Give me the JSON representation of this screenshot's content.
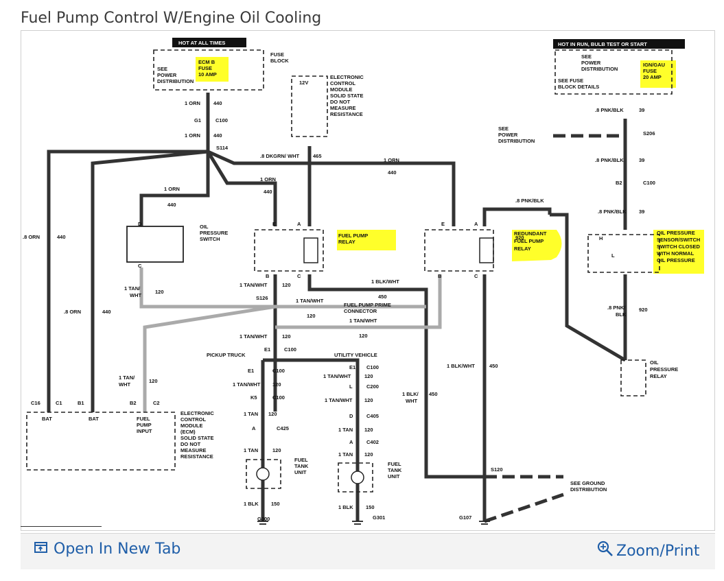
{
  "title": "Fuel Pump Control W/Engine Oil Cooling",
  "toolbar": {
    "open_tab": "Open In New Tab",
    "zoom_print": "Zoom/Print"
  },
  "colors": {
    "link": "#1f5ea8",
    "highlight": "#ffff00"
  },
  "diagram": {
    "hot_all_times": "HOT AT ALL TIMES",
    "hot_in_run": "HOT IN RUN, BULB TEST OR START",
    "fuse_block": [
      "FUSE",
      "BLOCK"
    ],
    "see_power_dist": [
      "SEE",
      "POWER",
      "DISTRIBUTION"
    ],
    "ecm_fuse": [
      "ECM B",
      "FUSE",
      "10 AMP"
    ],
    "ign_fuse": [
      "IGN/GAU",
      "FUSE",
      "20 AMP"
    ],
    "see_fuse_block": [
      "SEE FUSE",
      "BLOCK DETAILS"
    ],
    "ecm_module_top": [
      "ELECTRONIC",
      "CONTROL",
      "MODULE",
      "SOLID STATE",
      "DO NOT",
      "MEASURE",
      "RESISTANCE"
    ],
    "v12": "12V",
    "orn_440": "1 ORN",
    "num_440": "440",
    "g1": "G1",
    "c100": "C100",
    "s114": "S114",
    "dkgrn": ".8 DKGRN/ WHT",
    "num_465": "465",
    "pnk_blk": ".8 PNK/BLK",
    "num_39": "39",
    "s206": "S206",
    "b2": "B2",
    "orn_8": ".8 ORN",
    "oil_press_switch": [
      "OIL",
      "PRESSURE",
      "SWITCH"
    ],
    "fuel_pump_relay": [
      "FUEL PUMP",
      "RELAY"
    ],
    "redundant_relay": [
      "REDUNDANT",
      "FUEL PUMP",
      "RELAY"
    ],
    "oil_sensor": [
      "OIL PRESSURE",
      "SENSOR/SWITCH",
      "SWITCH CLOSED",
      "WITH NORMAL",
      "OIL PRESSURE"
    ],
    "oil_pressure_relay": [
      "OIL",
      "PRESSURE",
      "RELAY"
    ],
    "num_920": "920",
    "pnk_blk_920": [
      ".8 PNK/",
      "BLK"
    ],
    "tan_wht": "1 TAN/WHT",
    "tan_wht_split": [
      "1 TAN/",
      "WHT"
    ],
    "num_120": "120",
    "s126": "S126",
    "blk_wht": "1 BLK/WHT",
    "num_450": "450",
    "prime_conn": [
      "FUEL PUMP PRIME",
      "CONNECTOR"
    ],
    "pickup": "PICKUP TRUCK",
    "utility": "UTILITY VEHICLE",
    "e1": "E1",
    "c200": "C200",
    "k5": "K5",
    "tan_1": "1 TAN",
    "c425": "C425",
    "c405": "C405",
    "c402": "C402",
    "fuel_tank_unit": [
      "FUEL",
      "TANK",
      "UNIT"
    ],
    "blk_1": "1 BLK",
    "num_150": "150",
    "g300": "G300",
    "g301": "G301",
    "g107": "G107",
    "s120": "S120",
    "see_ground": [
      "SEE GROUND",
      "DISTRIBUTION"
    ],
    "ecm_bottom": [
      "ELECTRONIC",
      "CONTROL",
      "MODULE",
      "(ECM)",
      "SOLID STATE",
      "DO NOT",
      "MEASURE",
      "RESISTANCE"
    ],
    "bat": "BAT",
    "fuel_pump_input": [
      "FUEL",
      "PUMP",
      "INPUT"
    ],
    "c16": "C16",
    "c1": "C1",
    "b1": "B1",
    "c2": "C2",
    "pin_d": "D",
    "pin_c": "C",
    "pin_e": "E",
    "pin_a": "A",
    "pin_b": "B",
    "pin_l": "L",
    "pin_h": "H",
    "blk_wht_split": [
      "1 BLK/",
      "WHT"
    ]
  }
}
